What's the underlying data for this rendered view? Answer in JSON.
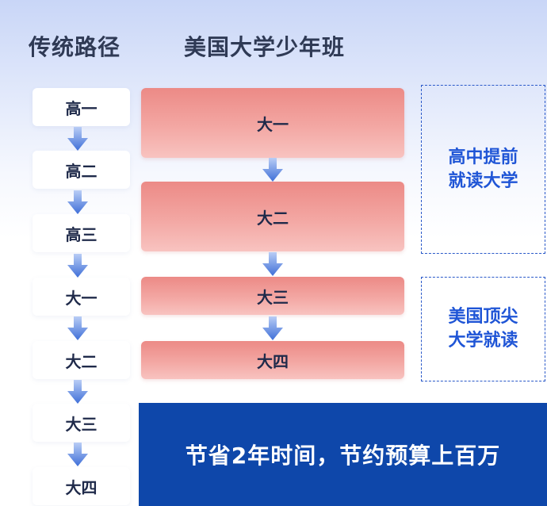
{
  "headers": {
    "traditional": "传统路径",
    "program": "美国大学少年班"
  },
  "traditional_steps": [
    "高一",
    "高二",
    "高三",
    "大一",
    "大二",
    "大三",
    "大四"
  ],
  "program_steps": [
    "大一",
    "大二",
    "大三",
    "大四"
  ],
  "notes": {
    "early": [
      "高中提前",
      "就读大学"
    ],
    "us": [
      "美国顶尖",
      "大学就读"
    ]
  },
  "summary": "节省2年时间，节约预算上百万",
  "colors": {
    "accent_blue": "#1f55d6",
    "banner_blue": "#0e47aa",
    "program_red": "#ec8a86",
    "arrow_blue": "#5b86e5"
  }
}
